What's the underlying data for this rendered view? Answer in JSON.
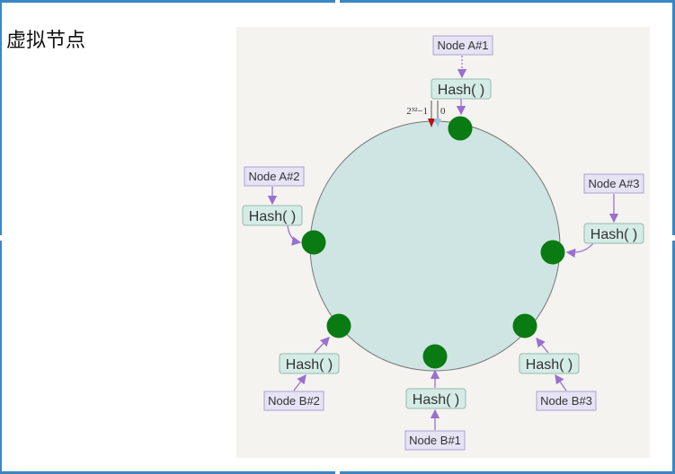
{
  "title": "虚拟节点",
  "diagram": {
    "ring_labels": {
      "max": "2³²−1",
      "zero": "0"
    },
    "hash_label": "Hash( )",
    "nodes": [
      {
        "id": "a1",
        "label": "Node A#1"
      },
      {
        "id": "a2",
        "label": "Node A#2"
      },
      {
        "id": "a3",
        "label": "Node A#3"
      },
      {
        "id": "b1",
        "label": "Node B#1"
      },
      {
        "id": "b2",
        "label": "Node B#2"
      },
      {
        "id": "b3",
        "label": "Node B#3"
      }
    ],
    "colors": {
      "ring": "#cfe5e3",
      "point": "#0a7a12",
      "arrow": "#9a6fcf",
      "background": "#f4f3f0"
    }
  }
}
